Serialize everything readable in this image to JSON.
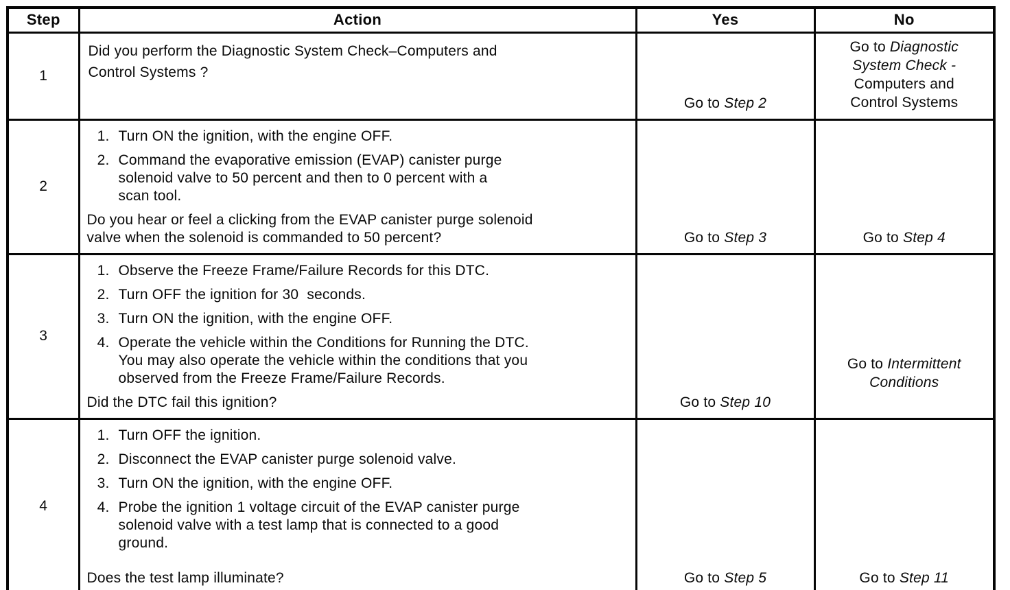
{
  "colors": {
    "background": "#ffffff",
    "text": "#0a0a0a",
    "border": "#060606"
  },
  "table": {
    "headers": {
      "step": "Step",
      "action": "Action",
      "yes": "Yes",
      "no": "No"
    },
    "rows": [
      {
        "step": "1",
        "intro": "Did you perform the Diagnostic System Check–Computers and\nControl Systems ?",
        "items": [],
        "question": "",
        "yes": [
          {
            "t": "Go to ",
            "i": false
          },
          {
            "t": "Step 2",
            "i": true
          }
        ],
        "no": [
          {
            "t": "Go to ",
            "i": false
          },
          {
            "t": "Diagnostic\nSystem Check -",
            "i": true
          },
          {
            "t": "\nComputers and\nControl Systems",
            "i": false
          }
        ]
      },
      {
        "step": "2",
        "intro": "",
        "items": [
          {
            "num": "1.",
            "text": "Turn ON the ignition, with the engine OFF."
          },
          {
            "num": "2.",
            "text": "Command the evaporative emission (EVAP) canister purge\nsolenoid valve to 50 percent and then to 0 percent with a\nscan tool."
          }
        ],
        "question": "Do you hear or feel a clicking from the EVAP canister purge solenoid\nvalve when the solenoid is commanded to 50 percent?",
        "yes": [
          {
            "t": "Go to ",
            "i": false
          },
          {
            "t": "Step 3",
            "i": true
          }
        ],
        "no": [
          {
            "t": "Go to ",
            "i": false
          },
          {
            "t": "Step 4",
            "i": true
          }
        ]
      },
      {
        "step": "3",
        "intro": "",
        "items": [
          {
            "num": "1.",
            "text": "Observe the Freeze Frame/Failure Records for this DTC."
          },
          {
            "num": "2.",
            "text": "Turn OFF the ignition for 30  seconds."
          },
          {
            "num": "3.",
            "text": "Turn ON the ignition, with the engine OFF."
          },
          {
            "num": "4.",
            "text": "Operate the vehicle within the Conditions for Running the DTC.\nYou may also operate the vehicle within the conditions that you\nobserved from the Freeze Frame/Failure Records."
          }
        ],
        "question": "Did the DTC fail this ignition?",
        "yes": [
          {
            "t": "Go to ",
            "i": false
          },
          {
            "t": "Step 10",
            "i": true
          }
        ],
        "no": [
          {
            "t": "Go to ",
            "i": false
          },
          {
            "t": "Intermittent\nConditions",
            "i": true
          }
        ]
      },
      {
        "step": "4",
        "intro": "",
        "items": [
          {
            "num": "1.",
            "text": "Turn OFF the ignition."
          },
          {
            "num": "2.",
            "text": "Disconnect the EVAP canister purge solenoid valve."
          },
          {
            "num": "3.",
            "text": "Turn ON the ignition, with the engine OFF."
          },
          {
            "num": "4.",
            "text": "Probe the ignition 1 voltage circuit of the EVAP canister purge\nsolenoid valve with a test lamp that is connected to a good\nground."
          }
        ],
        "question": "Does the test lamp illuminate?",
        "yes": [
          {
            "t": "Go to ",
            "i": false
          },
          {
            "t": "Step 5",
            "i": true
          }
        ],
        "no": [
          {
            "t": "Go to ",
            "i": false
          },
          {
            "t": "Step 11",
            "i": true
          }
        ]
      }
    ]
  }
}
